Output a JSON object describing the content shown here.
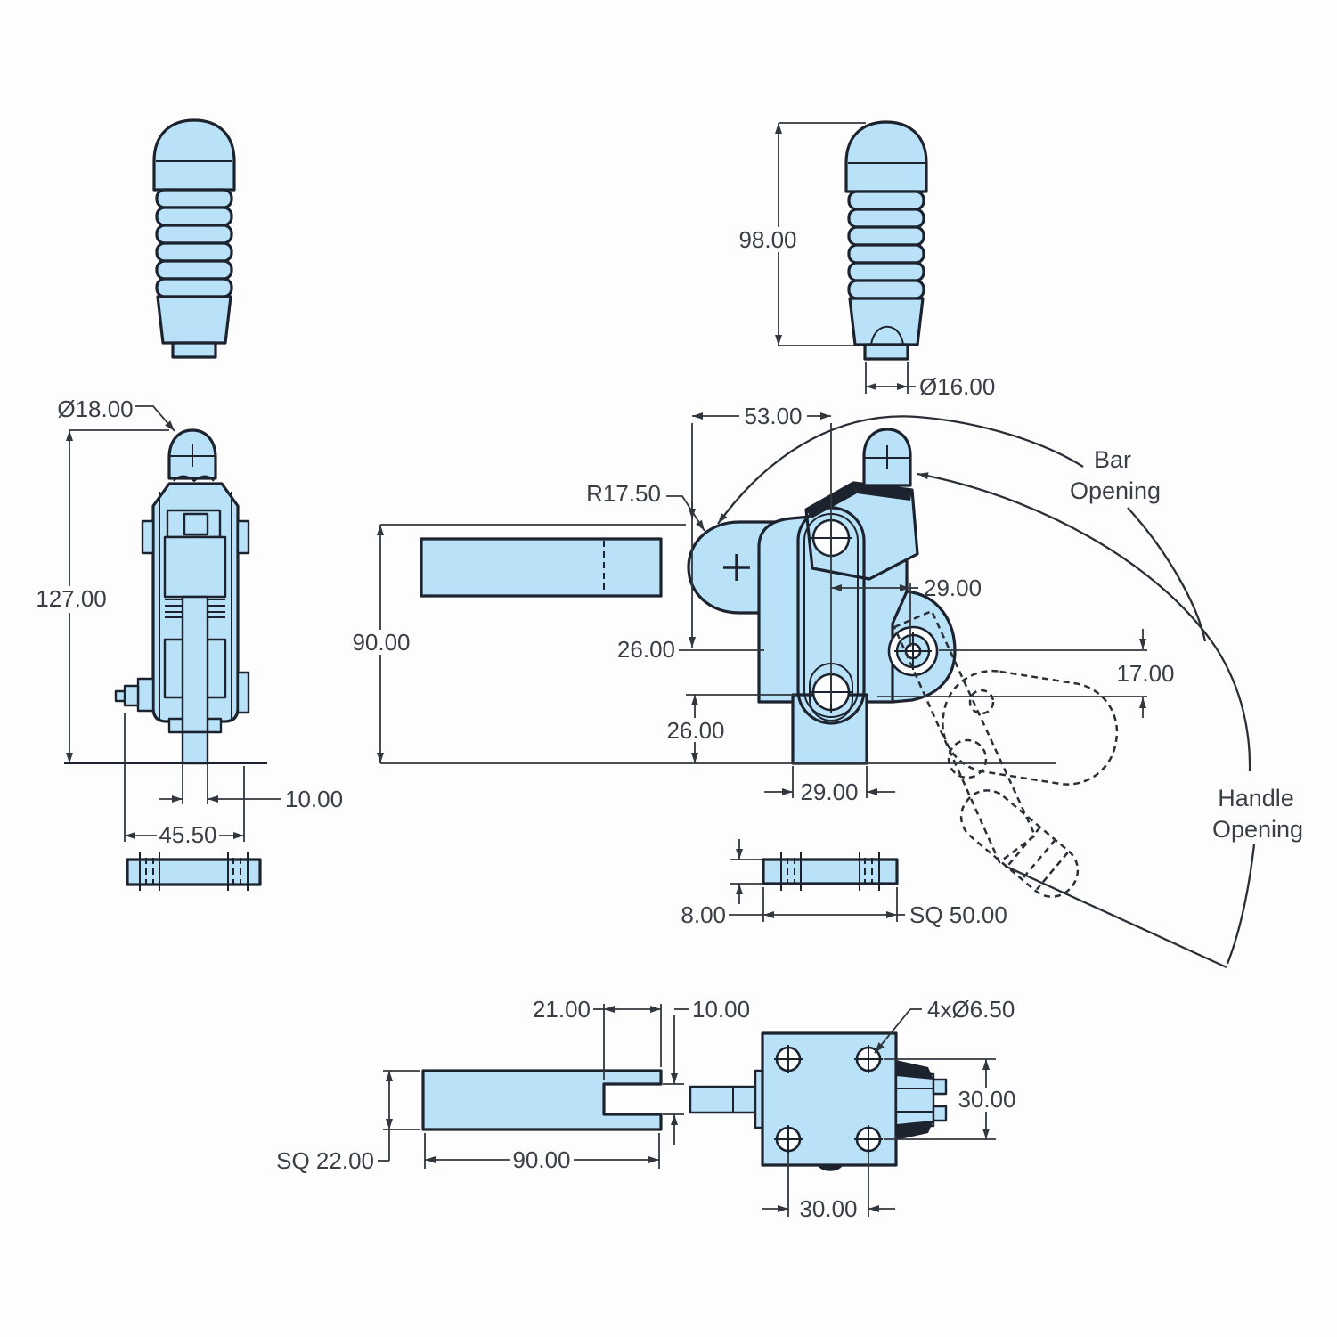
{
  "drawing": {
    "background": "#fdfdfe",
    "part_fill": "#b9e2f8",
    "outline_color": "#1d232e",
    "dimension_color": "#32373e",
    "text_color": "#3a3f45"
  },
  "front_view": {
    "knob_diameter": "Ø18.00",
    "overall_height": "127.00",
    "plunger_width": "10.00",
    "body_width": "45.50"
  },
  "grip_view": {
    "length": "98.00",
    "shank_diameter": "Ø16.00"
  },
  "side_view": {
    "hole_offset": "53.00",
    "bar_end_radius": "R17.50",
    "mount_height": "90.00",
    "bar_axis_offset": "26.00",
    "pivot_offset": "29.00",
    "open_drop": "17.00",
    "base_height": "26.00",
    "base_width": "29.00",
    "bar_opening_line1": "Bar",
    "bar_opening_line2": "Opening",
    "handle_opening_line1": "Handle",
    "handle_opening_line2": "Opening"
  },
  "pad_section": {
    "thickness": "8.00",
    "size": "SQ 50.00"
  },
  "bar_view": {
    "slot_length": "21.00",
    "slot_width": "10.00",
    "section": "SQ 22.00",
    "length": "90.00"
  },
  "base_view": {
    "mount_holes": "4xØ6.50",
    "hole_pitch_v": "30.00",
    "hole_pitch_h": "30.00"
  }
}
